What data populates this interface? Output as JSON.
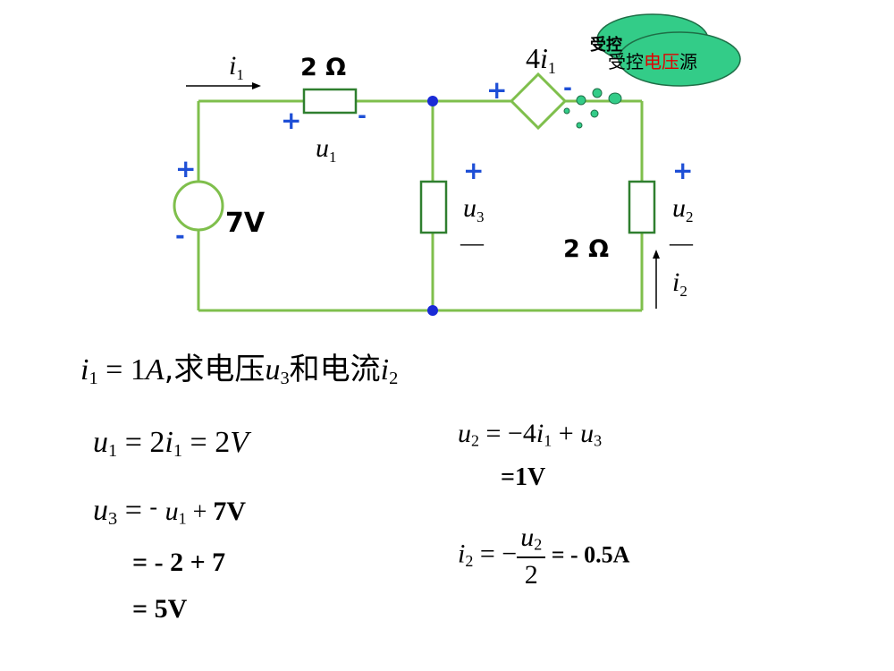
{
  "circuit": {
    "r1_label": "2 Ω",
    "r2_label": "2 Ω",
    "source_label": "7V",
    "plus": "+",
    "minus": "-",
    "dash": "—",
    "u1": {
      "sym": "u",
      "sub": "1"
    },
    "u2": {
      "sym": "u",
      "sub": "2"
    },
    "u3": {
      "sym": "u",
      "sub": "3"
    },
    "i1": {
      "sym": "i",
      "sub": "1"
    },
    "i2": {
      "sym": "i",
      "sub": "2"
    },
    "dep_label": {
      "coef": "4",
      "sym": "i",
      "sub": "1"
    },
    "callout": {
      "hidden_text": "受控",
      "text_a": "受控",
      "text_b": "电压",
      "text_c": "源",
      "highlight_color": "#e00000"
    },
    "colors": {
      "wire": "#7fbf4c",
      "node": "#1a2bd6",
      "cloud": "#33cc88"
    }
  },
  "problem": {
    "given_sym": "i",
    "given_sub": "1",
    "given_val": " = 1",
    "given_unit": "A",
    "ask_a": ",求电压",
    "ask_u": "u",
    "ask_u_sub": "3",
    "ask_b": "和电流",
    "ask_i": "i",
    "ask_i_sub": "2"
  },
  "solution": {
    "eq1": {
      "lhs": "u",
      "lhs_sub": "1",
      "mid": " = 2",
      "sym": "i",
      "sym_sub": "1",
      "rhs": " = 2",
      "unit": "V"
    },
    "eq2": {
      "lhs": "u",
      "lhs_sub": "3",
      "eq": " = ",
      "neg": "-",
      "term": "u",
      "term_sub": "1",
      "plus": " + ",
      "val": "7V"
    },
    "eq2_l2": "= - 2 + 7",
    "eq2_l3": "= 5V",
    "eq3": {
      "lhs": "u",
      "lhs_sub": "2",
      "mid": " = −4",
      "sym": "i",
      "sym_sub": "1",
      "plus": " + ",
      "term": "u",
      "term_sub": "3"
    },
    "eq3_l2": "=1V",
    "eq4": {
      "lhs": "i",
      "lhs_sub": "2",
      "eq": " = −",
      "num": "u",
      "num_sub": "2",
      "den": "2",
      "rhs": " = - 0.5A"
    }
  }
}
